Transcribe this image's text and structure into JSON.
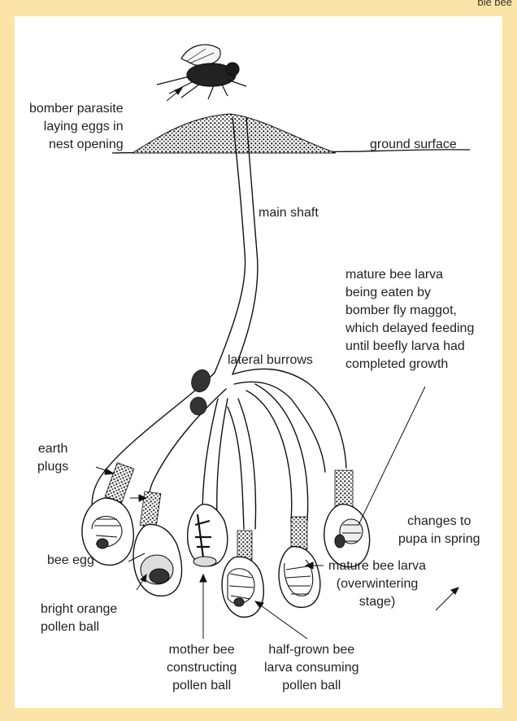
{
  "page": {
    "header_fragment": "ble bee",
    "frame_color": "#fce4a8"
  },
  "labels": {
    "bomber_parasite": [
      "bomber parasite",
      "laying eggs in",
      "nest opening"
    ],
    "ground_surface": "ground surface",
    "main_shaft": "main shaft",
    "mature_larva_eaten": [
      "mature bee larva",
      "being eaten by",
      "bomber fly maggot,",
      "which delayed feeding",
      "until beefly larva had",
      "completed growth"
    ],
    "lateral_burrows": "lateral burrows",
    "earth_plugs": [
      "earth",
      "plugs"
    ],
    "bee_egg": "bee egg",
    "pollen_ball": [
      "bright orange",
      "pollen ball"
    ],
    "mother_bee": [
      "mother bee",
      "constructing",
      "pollen ball"
    ],
    "half_grown": [
      "half-grown bee",
      "larva consuming",
      "pollen ball"
    ],
    "overwintering": [
      "mature bee larva",
      "(overwintering",
      "stage)"
    ],
    "pupa": [
      "changes to",
      "pupa in spring"
    ]
  }
}
